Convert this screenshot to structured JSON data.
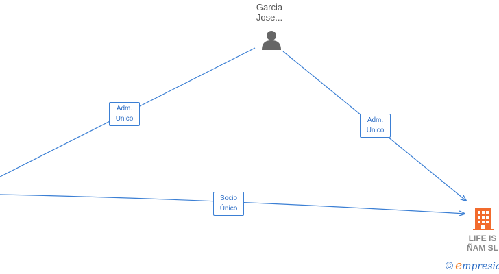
{
  "nodes": {
    "person": {
      "name_line1": "Garcia",
      "name_line2": "Jose...",
      "icon": "person-icon",
      "color": "#666666"
    },
    "company": {
      "name_line1": "LIFE IS",
      "name_line2": "ÑAM SL",
      "icon": "building-icon",
      "color": "#f26b2d"
    }
  },
  "edges": [
    {
      "from": "offscreen-left",
      "to": "person",
      "label_line1": "Adm.",
      "label_line2": "Unico"
    },
    {
      "from": "person",
      "to": "company",
      "label_line1": "Adm.",
      "label_line2": "Unico"
    },
    {
      "from": "offscreen-left",
      "to": "company",
      "label_line1": "Socio",
      "label_line2": "Único"
    }
  ],
  "edge_color": "#3b7fd4",
  "watermark": {
    "copyright": "©",
    "brand_first": "e",
    "brand_rest": "mpresia"
  }
}
